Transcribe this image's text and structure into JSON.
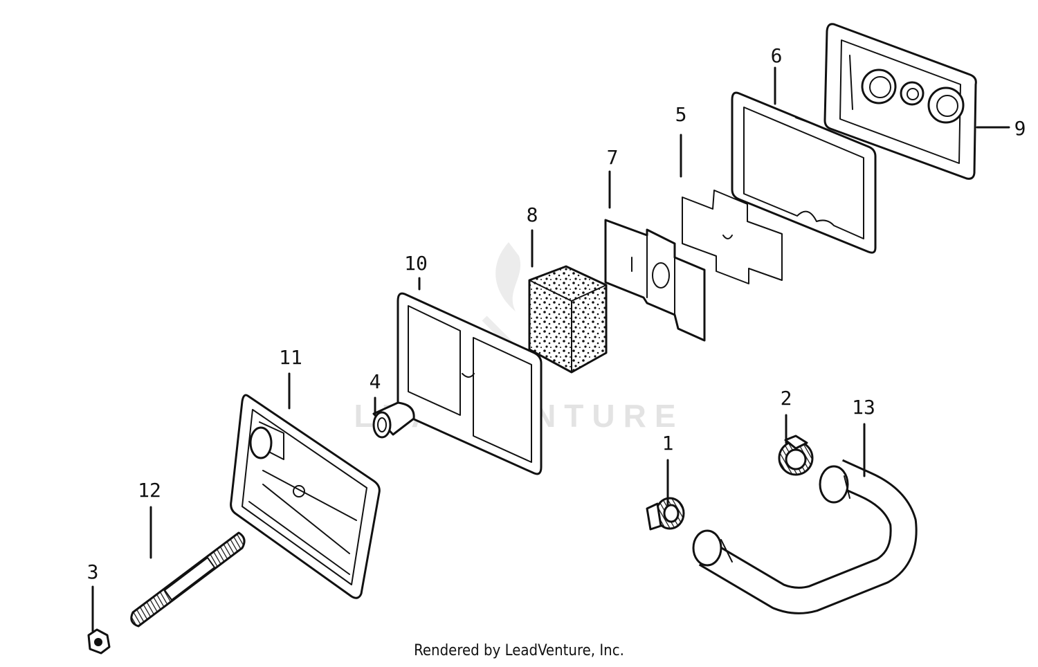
{
  "diagram": {
    "callouts": [
      "1",
      "2",
      "3",
      "4",
      "5",
      "6",
      "7",
      "8",
      "9",
      "10",
      "11",
      "12",
      "13"
    ],
    "watermark": "LEADVENTURE",
    "footer": "Rendered by LeadVenture, Inc."
  },
  "colors": {
    "line": "#111111",
    "background": "#ffffff",
    "watermark": "#e3e3e3"
  }
}
